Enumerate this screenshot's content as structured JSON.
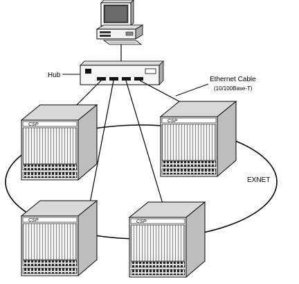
{
  "labels": {
    "hub": "Hub",
    "ethernet_cable": "Ethernet Cable",
    "ethernet_type": "(10/100Base-T)",
    "exnet": "EXNET"
  },
  "chassis": [
    {
      "brand": "CSP"
    },
    {
      "brand": "CSP"
    },
    {
      "brand": "CSP"
    },
    {
      "brand": "CSP"
    }
  ],
  "colors": {
    "line": "#000000",
    "shade_light": "#e6e6e6",
    "shade_mid": "#cfcfcf",
    "shade_dark": "#9a9a9a",
    "background": "#ffffff"
  },
  "icons": [
    "computer-icon",
    "hub-icon",
    "chassis-icon"
  ]
}
